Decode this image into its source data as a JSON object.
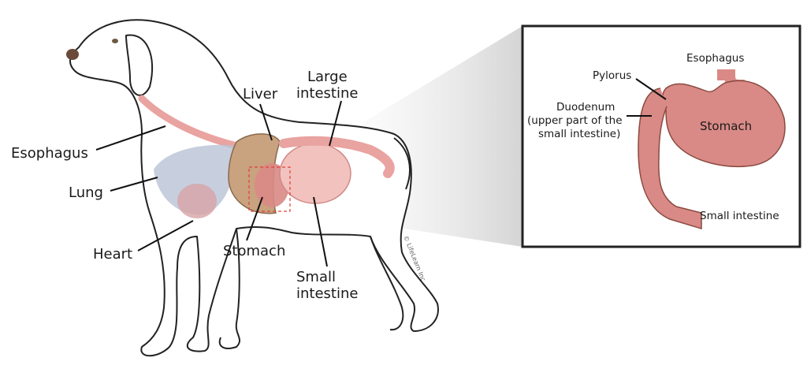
{
  "main_labels": {
    "liver": "Liver",
    "large_intestine_1": "Large",
    "large_intestine_2": "intestine",
    "esophagus": "Esophagus",
    "lung": "Lung",
    "heart": "Heart",
    "stomach": "Stomach",
    "small_intestine_1": "Small",
    "small_intestine_2": "intestine"
  },
  "inset_labels": {
    "esophagus": "Esophagus",
    "pylorus": "Pylorus",
    "duodenum": "Duodenum",
    "duodenum_note_1": "(upper part of the",
    "duodenum_note_2": "small intestine)",
    "stomach": "Stomach",
    "small_intestine": "Small intestine"
  },
  "watermark": "© LifeLearn Inc.",
  "colors": {
    "organ_pink": "#e9a3a0",
    "stomach_pink": "#d98a86",
    "lung_blue": "#b9c3d6",
    "liver_tan": "#c9a27f",
    "outline": "#222222"
  }
}
